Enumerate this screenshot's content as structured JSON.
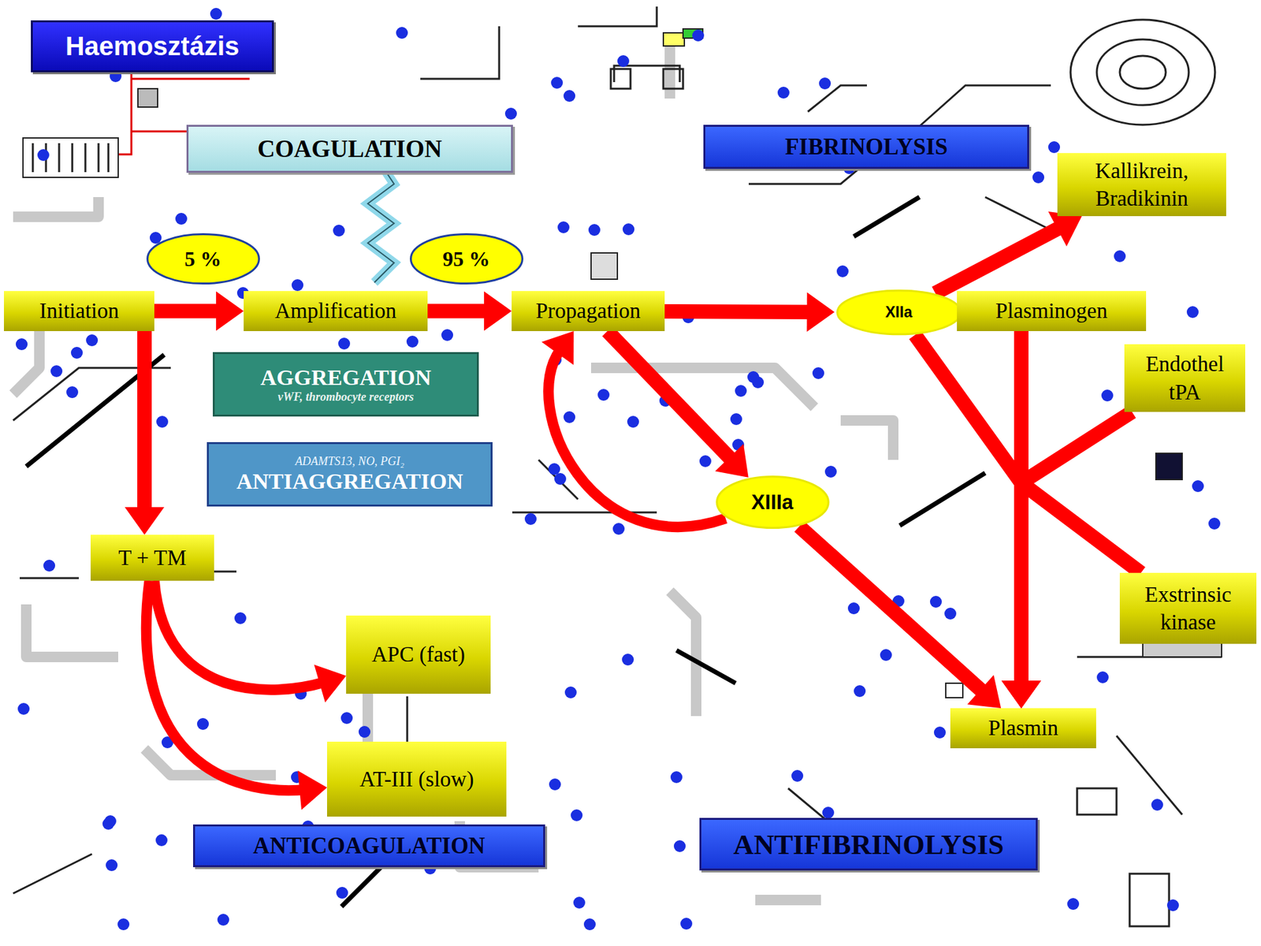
{
  "diagram": {
    "title": "Haemosztázis",
    "nodes": [
      {
        "text": [
          "COAGULATION"
        ]
      },
      {
        "text": [
          "FIBRINOLYSIS"
        ]
      },
      {
        "text": [
          "Kallikrein, Bradikinin"
        ]
      },
      {
        "text": [
          "5 %"
        ]
      },
      {
        "text": [
          "95 %"
        ]
      },
      {
        "text": [
          "Initiation"
        ]
      },
      {
        "text": [
          "Amplification"
        ]
      },
      {
        "text": [
          "Propagation"
        ]
      },
      {
        "text": [
          "XIIa"
        ]
      },
      {
        "text": [
          "Plasminogen"
        ]
      },
      {
        "text": [
          "Endothel tPA"
        ]
      },
      {
        "text": [
          "AGGREGATION",
          "vWF, thrombocyte receptors"
        ]
      },
      {
        "text": [
          "ADAMTS13, NO, PGI₂",
          "ANTIAGGREGATION"
        ]
      },
      {
        "text": [
          "XIIIa"
        ]
      },
      {
        "text": [
          "T + TM"
        ]
      },
      {
        "text": [
          "Exstrinsic kinase"
        ]
      },
      {
        "text": [
          "APC (fast)"
        ]
      },
      {
        "text": [
          "Plasmin"
        ]
      },
      {
        "text": [
          "AT-III (slow)"
        ]
      },
      {
        "text": [
          "ANTICOAGULATION"
        ]
      },
      {
        "text": [
          "ANTIFIBRINOLYSIS"
        ]
      }
    ],
    "edges": [
      {
        "from": 5,
        "to": 6,
        "arrow": "to"
      },
      {
        "from": 6,
        "to": 7,
        "arrow": "to"
      },
      {
        "from": 7,
        "to": 8,
        "arrow": "to"
      },
      {
        "from": 8,
        "to": 2,
        "arrow": "to"
      },
      {
        "from": 7,
        "to": 13,
        "arrow": "to"
      },
      {
        "from": 13,
        "to": 7,
        "arrow": "to"
      },
      {
        "from": 13,
        "to": 17,
        "arrow": "to"
      },
      {
        "from": 8,
        "to": 17,
        "arrow": "to"
      },
      {
        "from": 9,
        "to": 17,
        "arrow": "to"
      },
      {
        "from": 10,
        "to": 17,
        "arrow": "to"
      },
      {
        "from": 15,
        "to": 17,
        "arrow": "to"
      },
      {
        "from": 5,
        "to": 14,
        "arrow": "to"
      },
      {
        "from": 14,
        "to": 16,
        "arrow": "to"
      },
      {
        "from": 14,
        "to": 18,
        "arrow": "to"
      }
    ]
  }
}
